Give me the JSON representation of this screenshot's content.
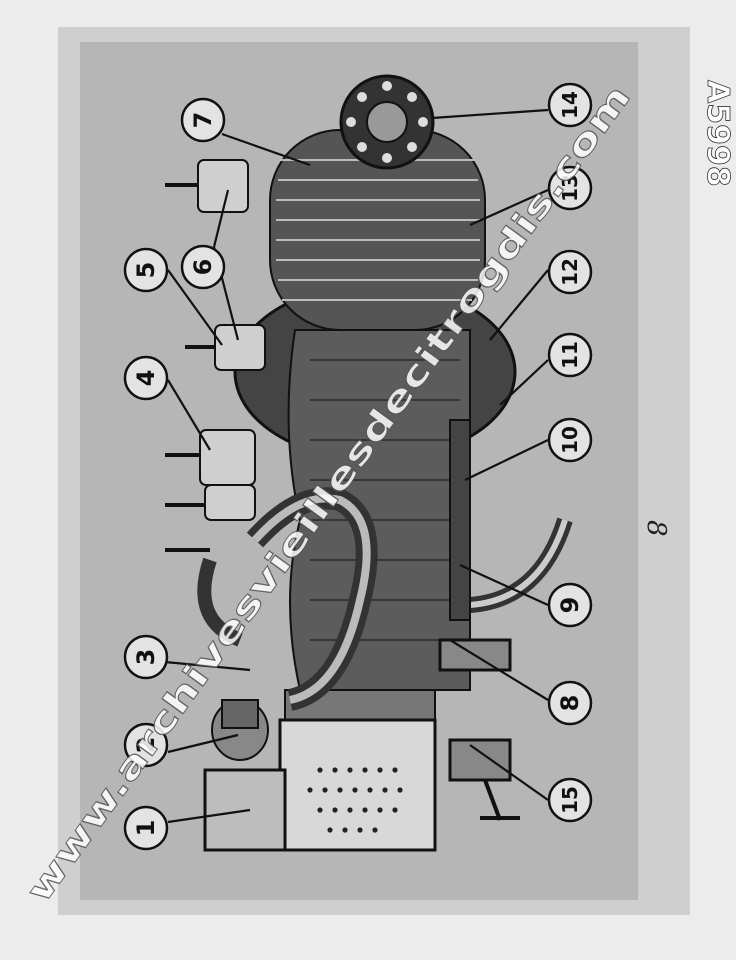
{
  "diagram": {
    "callouts": [
      {
        "id": "1",
        "label": "1"
      },
      {
        "id": "2",
        "label": "2"
      },
      {
        "id": "3",
        "label": "3"
      },
      {
        "id": "4",
        "label": "4"
      },
      {
        "id": "5",
        "label": "5"
      },
      {
        "id": "6",
        "label": "6"
      },
      {
        "id": "7",
        "label": "7"
      },
      {
        "id": "8",
        "label": "8"
      },
      {
        "id": "9",
        "label": "9"
      },
      {
        "id": "10",
        "label": "10"
      },
      {
        "id": "11",
        "label": "11"
      },
      {
        "id": "12",
        "label": "12"
      },
      {
        "id": "13",
        "label": "13"
      },
      {
        "id": "14",
        "label": "14"
      },
      {
        "id": "15",
        "label": "15"
      }
    ]
  },
  "marks": {
    "archive_code": "A5998",
    "watermark": "www.archivesvieillesdecitrogdis.com",
    "handwritten": "8"
  }
}
